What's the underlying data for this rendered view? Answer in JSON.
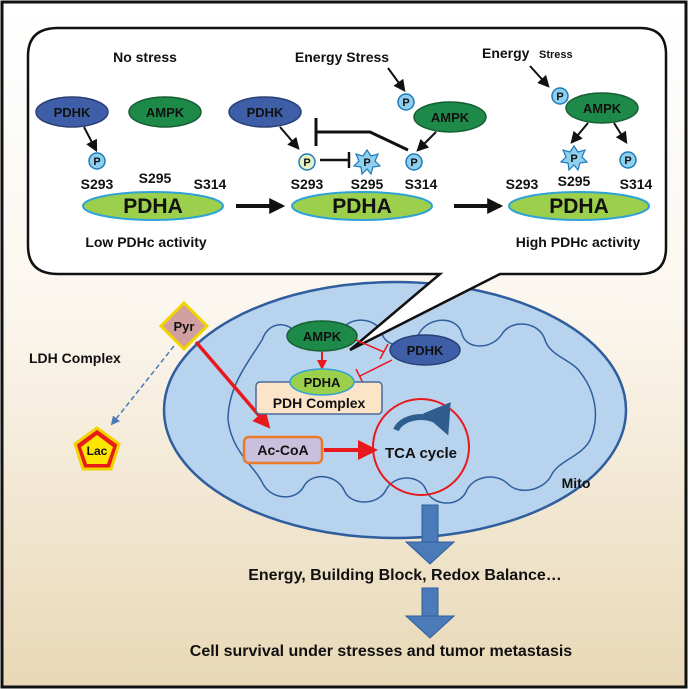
{
  "panel": {
    "conditions": {
      "no_stress": "No stress",
      "energy_stress_1": "Energy Stress",
      "energy_stress_2": "Energy",
      "energy_stress_2b": "Stress"
    },
    "nodes": {
      "pdhk": "PDHK",
      "ampk": "AMPK",
      "pdha": "PDHA",
      "p": "P"
    },
    "sites": {
      "s293": "S293",
      "s295": "S295",
      "s314": "S314"
    },
    "activity": {
      "low": "Low PDHc activity",
      "high": "High PDHc activity"
    }
  },
  "cell": {
    "pyr": "Pyr",
    "lac": "Lac",
    "ldh": "LDH Complex",
    "ampk": "AMPK",
    "pdhk": "PDHK",
    "pdha": "PDHA",
    "pdh_complex": "PDH Complex",
    "acoa": "Ac-CoA",
    "tca": "TCA cycle",
    "mito": "Mito"
  },
  "outcomes": {
    "first": "Energy, Building Block, Redox Balance…",
    "second": "Cell survival  under stresses and tumor metastasis"
  },
  "colors": {
    "pdhk": "#3e5ea8",
    "ampk": "#1e8a4a",
    "pdha": "#9ccf4c",
    "p": "#8fd0ee",
    "red": "#e8191c",
    "mito": "#b8d3ee",
    "blue_arrow": "#4a7ab8"
  }
}
